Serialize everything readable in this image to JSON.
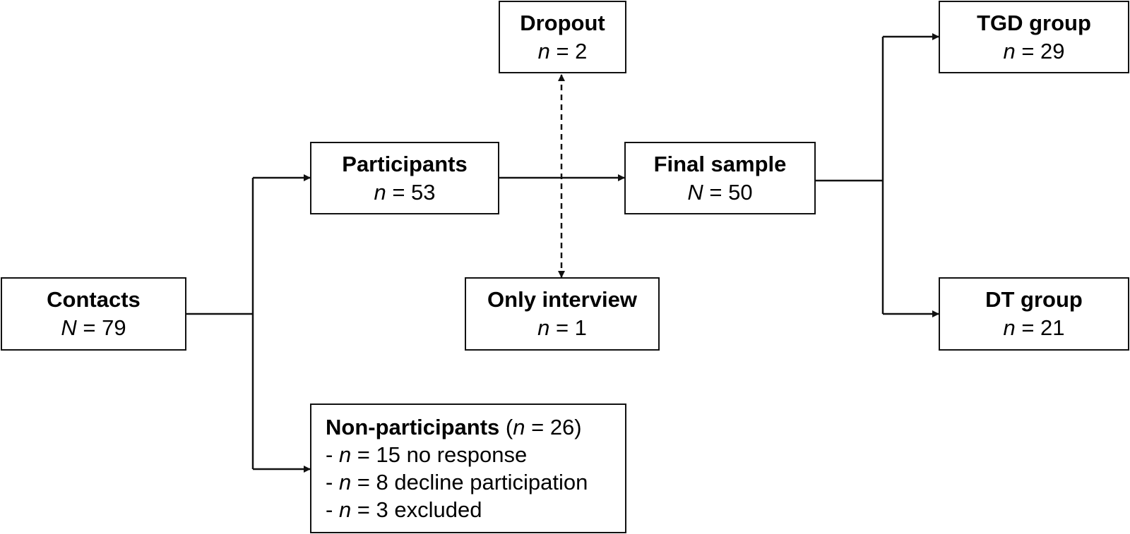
{
  "boxes": {
    "contacts": {
      "title": "Contacts",
      "var": "N",
      "eq": " = ",
      "value": "79"
    },
    "participants": {
      "title": "Participants",
      "var": "n",
      "eq": " = ",
      "value": "53"
    },
    "dropout": {
      "title": "Dropout",
      "var": "n",
      "eq": " = ",
      "value": "2"
    },
    "only_interview": {
      "title": "Only interview",
      "var": "n",
      "eq": " = ",
      "value": "1"
    },
    "final_sample": {
      "title": "Final sample",
      "var": "N",
      "eq": " = ",
      "value": "50"
    },
    "tgd_group": {
      "title": "TGD group",
      "var": "n",
      "eq": " = ",
      "value": "29"
    },
    "dt_group": {
      "title": "DT group",
      "var": "n",
      "eq": " = ",
      "value": "21"
    },
    "non_participants": {
      "title": "Non-participants",
      "summary_open": " (",
      "summary_var": "n",
      "summary_rest": " = 26)",
      "items": [
        {
          "prefix": "- ",
          "var": "n",
          "text": " = 15 no response"
        },
        {
          "prefix": "- ",
          "var": "n",
          "text": " = 8 decline participation"
        },
        {
          "prefix": "- ",
          "var": "n",
          "text": " = 3 excluded"
        }
      ]
    }
  }
}
